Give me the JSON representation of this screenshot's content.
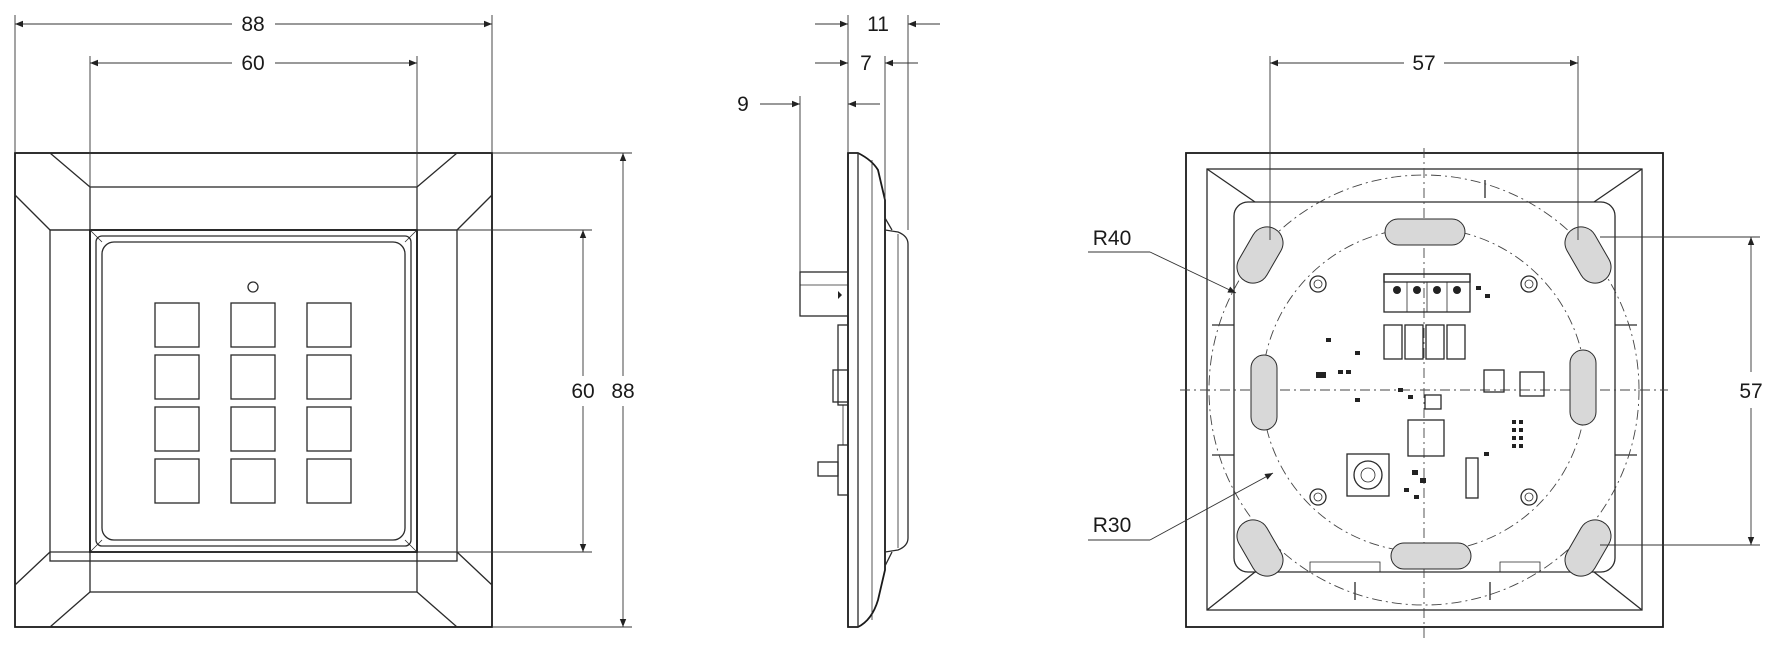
{
  "drawing": {
    "front_view": {
      "overall_width": "88",
      "inner_width": "60",
      "inner_height": "60",
      "overall_height": "88"
    },
    "side_view": {
      "total_depth": "11",
      "frame_depth": "7",
      "connector_depth": "9"
    },
    "back_view": {
      "hole_spacing_horizontal": "57",
      "hole_spacing_vertical": "57",
      "outer_radius": "R40",
      "inner_radius": "R30"
    }
  }
}
